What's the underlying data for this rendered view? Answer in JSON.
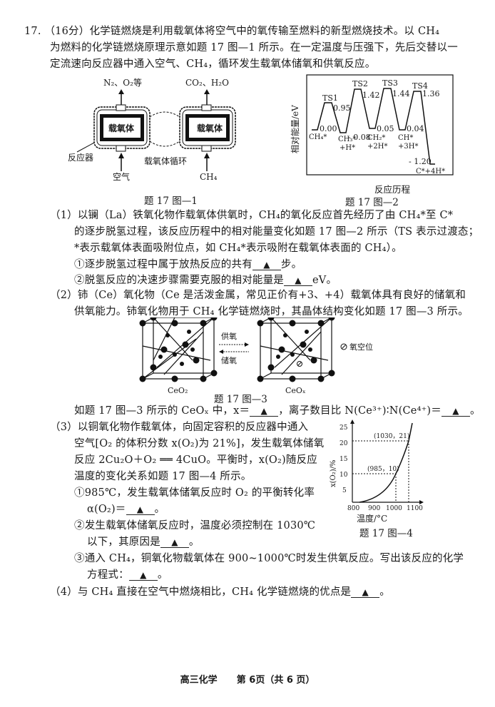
{
  "question": {
    "number": "17.",
    "score": "（16分）",
    "intro_lines": [
      "化学链燃烧是利用载氧体将空气中的氧传输至燃料的新型燃烧技术。以 CH₄",
      "为燃料的化学链燃烧原理示意如题 17 图—1 所示。在一定温度与压强下，先后交替以一",
      "定流速向反应器中通入空气、CH₄，循环发生载氧体储氧和供氧反应。"
    ]
  },
  "figure1": {
    "caption": "题 17 图—1",
    "left_top_label": "N₂、O₂等",
    "right_top_label": "CO₂、H₂O",
    "left_box_label": "载氧体",
    "right_box_label": "载氧体",
    "reactor_label": "反应器",
    "cycle_label": "载氧体循环",
    "left_bottom_label": "空气",
    "right_bottom_label": "CH₄"
  },
  "figure2": {
    "caption": "题 17 图—2",
    "ylabel": "相对能量/eV",
    "xlabel": "反应历程"
  },
  "chart_data": [
    {
      "type": "line",
      "title": "题 17 图—2",
      "xlabel": "反应历程",
      "ylabel": "相对能量/eV",
      "points": [
        {
          "label": "CH₄*",
          "value": 0.0
        },
        {
          "label": "TS1",
          "value": 0.95
        },
        {
          "label": "CH₃*+H*",
          "value": -0.08
        },
        {
          "label": "TS2",
          "value": 1.42
        },
        {
          "label": "CH₂*+2H*",
          "value": 0.05
        },
        {
          "label": "TS3",
          "value": 1.44
        },
        {
          "label": "CH*+3H*",
          "value": 0.04
        },
        {
          "label": "TS4",
          "value": 1.36
        },
        {
          "label": "C*+4H*",
          "value": -1.2
        }
      ]
    },
    {
      "type": "line",
      "title": "题 17 图—4",
      "xlabel": "温度/°C",
      "ylabel": "x(O₂)/%",
      "xticks": [
        800,
        900,
        1000,
        1100
      ],
      "yticks": [
        5,
        10,
        15,
        20,
        25
      ],
      "xlim": [
        800,
        1100
      ],
      "ylim": [
        0,
        25
      ],
      "annotations": [
        "(985，10)",
        "(1030，21)"
      ],
      "series": [
        {
          "name": "x(O₂)",
          "x": [
            830,
            900,
            950,
            985,
            1010,
            1030,
            1040
          ],
          "y": [
            0,
            2,
            5,
            10,
            15,
            21,
            25
          ]
        }
      ]
    }
  ],
  "part1": {
    "lines": [
      "（1）以镧（La）铁氧化物作载氧体供氧时，CH₄的氧化反应首先经历了由 CH₄*至 C*",
      "的逐步脱氢过程，该反应历程中的相对能量变化如题 17 图—2 所示（TS 表示过渡态；",
      "*表示载氧体表面吸附位点，如 CH₄*表示吸附在载氧体表面的 CH₄）。"
    ],
    "q1_pre": "①逐步脱氢过程中属于放热反应的共有",
    "q1_post": "步。",
    "q2_pre": "②脱氢反应的决速步骤需要克服的相对能量是",
    "q2_post": "eV。"
  },
  "part2": {
    "lines": [
      "（2）铈（Ce）氧化物（Ce 是活泼金属，常见正价有+3、+4）载氧体具有良好的储氧和",
      "供氧能力。铈氧化物用于 CH₄ 化学链燃烧时，其晶体结构变化如题 17 图—3 所示。"
    ],
    "q_pre": "如题 17 图—3 所示的 CeOₓ 中，x＝",
    "q_mid": "，离子数目比 N(Ce³⁺)∶N(Ce⁴⁺)＝",
    "q_post": "。"
  },
  "figure3": {
    "caption": "题 17 图—3",
    "left_label": "CeO₂",
    "right_label": "CeOₓ",
    "arrow_top": "供氧",
    "arrow_bottom": "储氧",
    "legend": "氧空位"
  },
  "part3": {
    "lines": [
      "（3）以铜氧化物作载氧体，向固定容积的反应器中通入",
      "空气[O₂ 的体积分数 x(O₂)为 21%]，发生载氧体储氧",
      "反应 2Cu₂O＋O₂ ══ 4CuO。平衡时，x(O₂)随反应",
      "温度的变化关系如题 17 图—4 所示。"
    ],
    "q1_line1": "①985℃，发生载氧体储氧反应时 O₂ 的平衡转化率",
    "q1_pre": "α(O₂)＝",
    "q1_post": "。",
    "q2_line1": "②发生载氧体储氧反应时，温度必须控制在 1030℃",
    "q2_pre": "以下，其原因是",
    "q2_post": "。",
    "q3_line1": "③通入 CH₄，铜氧化物载氧体在 900~1000℃时发生供氧反应。写出该反应的化学",
    "q3_pre": "方程式：",
    "q3_post": "。"
  },
  "figure4": {
    "caption": "题 17 图—4",
    "ylabel": "x(O₂)/%",
    "xlabel": "温度/°C"
  },
  "part4": {
    "pre": "（4）与 CH₄ 直接在空气中燃烧相比，CH₄ 化学链燃烧的优点是",
    "post": "。"
  },
  "answer_marker": "▲",
  "footer": {
    "subject": "高三化学",
    "page": "第 6页（共 6 页）"
  }
}
